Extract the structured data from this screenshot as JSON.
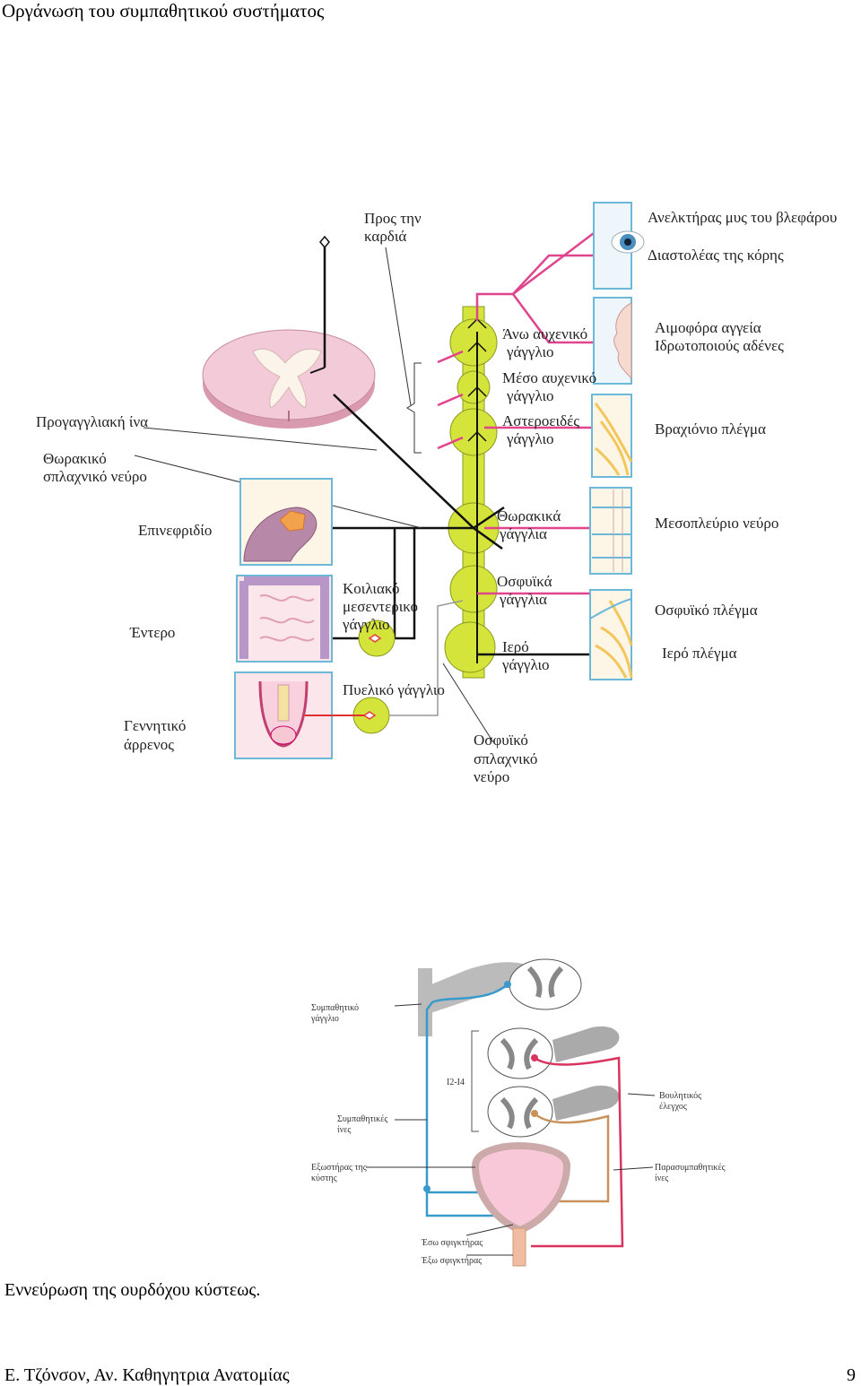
{
  "header": {
    "title": "Οργάνωση του συμπαθητικού συστήματος"
  },
  "figure1": {
    "labels": {
      "to_heart_1": "Προς την",
      "to_heart_2": "καρδιά",
      "preganglionic": "Προγαγγλιακή ίνα",
      "thoracic_splanchnic_1": "Θωρακικό",
      "thoracic_splanchnic_2": "σπλαχνικό νεύρο",
      "adrenal": "Επινεφριδίο",
      "intestine": "Έντερο",
      "genital_1": "Γεννητικό",
      "genital_2": "άρρενος",
      "celiac_1": "Κοιλιακό",
      "celiac_2": "μεσεντερικό",
      "celiac_3": "γάγγλιο",
      "pelvic": "Πυελικό γάγγλιο",
      "lumbar_splanchnic_1": "Οσφυϊκό",
      "lumbar_splanchnic_2": "σπλαχνικό",
      "lumbar_splanchnic_3": "νεύρο",
      "superior_cervical_1": "Άνω αυχενικό",
      "superior_cervical_2": "γάγγλιο",
      "middle_cervical_1": "Μέσο αυχενικό",
      "middle_cervical_2": "γάγγλιο",
      "stellate_1": "Αστεροειδές",
      "stellate_2": "γάγγλιο",
      "thoracic_ganglia_1": "Θωρακικά",
      "thoracic_ganglia_2": "γάγγλια",
      "lumbar_ganglia_1": "Οσφυϊκά",
      "lumbar_ganglia_2": "γάγγλια",
      "sacral_ganglion_1": "Ιερό",
      "sacral_ganglion_2": "γάγγλιο",
      "eyelid_lift": "Ανελκτήρας μυς του βλεφάρου",
      "pupil_dilator": "Διαστολέας της κόρης",
      "blood_vessels": "Αιμοφόρα αγγεία",
      "sweat_glands": "Ιδρωτοποιούς αδένες",
      "brachial": "Βραχιόνιο πλέγμα",
      "intercostal": "Μεσοπλεύριο νεύρο",
      "lumbar_plexus": "Οσφυϊκό πλέγμα",
      "sacral_plexus": "Ιερό πλέγμα"
    }
  },
  "figure2": {
    "labels": {
      "sympathetic_ganglion_1": "Συμπαθητικό",
      "sympathetic_ganglion_2": "γάγγλιο",
      "segments": "Ι2-Ι4",
      "sympathetic_fibers_1": "Συμπαθητικές",
      "sympathetic_fibers_2": "ίνες",
      "voluntary_1": "Βουλητικός",
      "voluntary_2": "έλεγχος",
      "detrusor_1": "Εξωστήρας της",
      "detrusor_2": "κύστης",
      "parasympathetic_1": "Παρασυμπαθητικές",
      "parasympathetic_2": "ίνες",
      "internal_sphincter": "Έσω σφιγκτήρας",
      "external_sphincter": "Έξω σφιγκτήρας"
    }
  },
  "caption": "Εννεύρωση της ουρδόχου κύστεως.",
  "footer": {
    "author": "Ε. Τζόνσον, Αν. Καθηγητρια Ανατομίας",
    "page": "9"
  },
  "colors": {
    "chain": "#d4e43a",
    "postganglionic": "#e0448c",
    "spinal": "#f0c8d8",
    "blue": "#3a9acb",
    "red": "#d8345f",
    "tan": "#c8935a"
  }
}
